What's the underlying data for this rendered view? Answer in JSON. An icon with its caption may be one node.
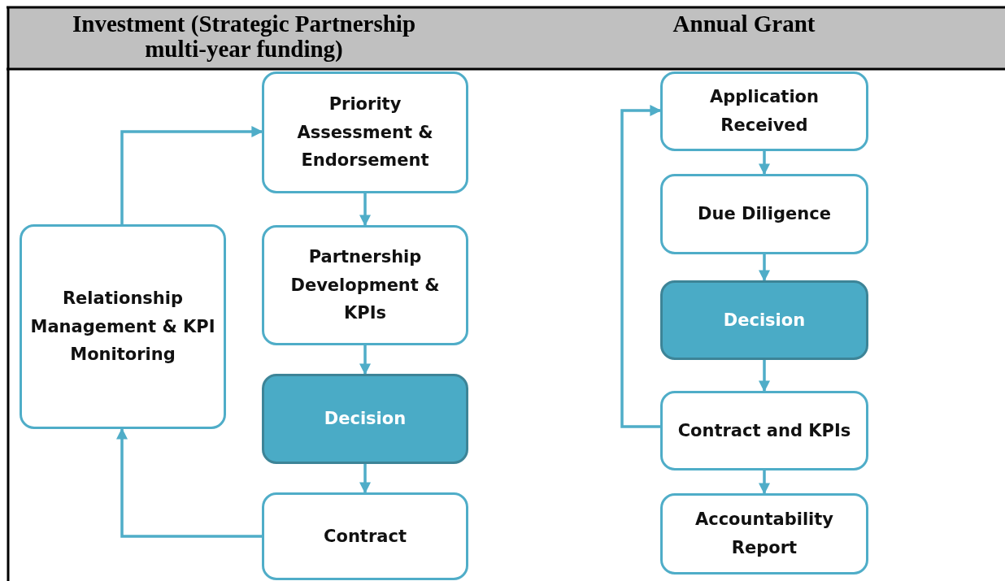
{
  "diagram": {
    "nodes": [
      {
        "text": [
          "Priority Assessment & Endorsement"
        ]
      },
      {
        "text": [
          "Partnership Development  & KPIs"
        ]
      },
      {
        "text": [
          "Decision"
        ]
      },
      {
        "text": [
          "Contract"
        ]
      },
      {
        "text": [
          "Relationship Management & KPI Monitoring"
        ]
      },
      {
        "text": [
          "Application Received"
        ]
      },
      {
        "text": [
          "Due Diligence"
        ]
      },
      {
        "text": [
          "Decision"
        ]
      },
      {
        "text": [
          "Contract and KPIs"
        ]
      },
      {
        "text": [
          "Accountability Report"
        ]
      }
    ],
    "edges": [
      {
        "from": 0,
        "to": 1,
        "arrow": "to"
      },
      {
        "from": 1,
        "to": 2,
        "arrow": "to"
      },
      {
        "from": 2,
        "to": 3,
        "arrow": "to"
      },
      {
        "from": 3,
        "to": 4,
        "arrow": "to"
      },
      {
        "from": 4,
        "to": 0,
        "arrow": "to"
      },
      {
        "from": 5,
        "to": 6,
        "arrow": "to"
      },
      {
        "from": 6,
        "to": 7,
        "arrow": "to"
      },
      {
        "from": 7,
        "to": 8,
        "arrow": "to"
      },
      {
        "from": 8,
        "to": 5,
        "arrow": "to"
      },
      {
        "from": 8,
        "to": 9,
        "arrow": "to"
      }
    ],
    "labels": [
      "Investment (Strategic Partnership multi-year funding)",
      "Annual Grant"
    ]
  }
}
